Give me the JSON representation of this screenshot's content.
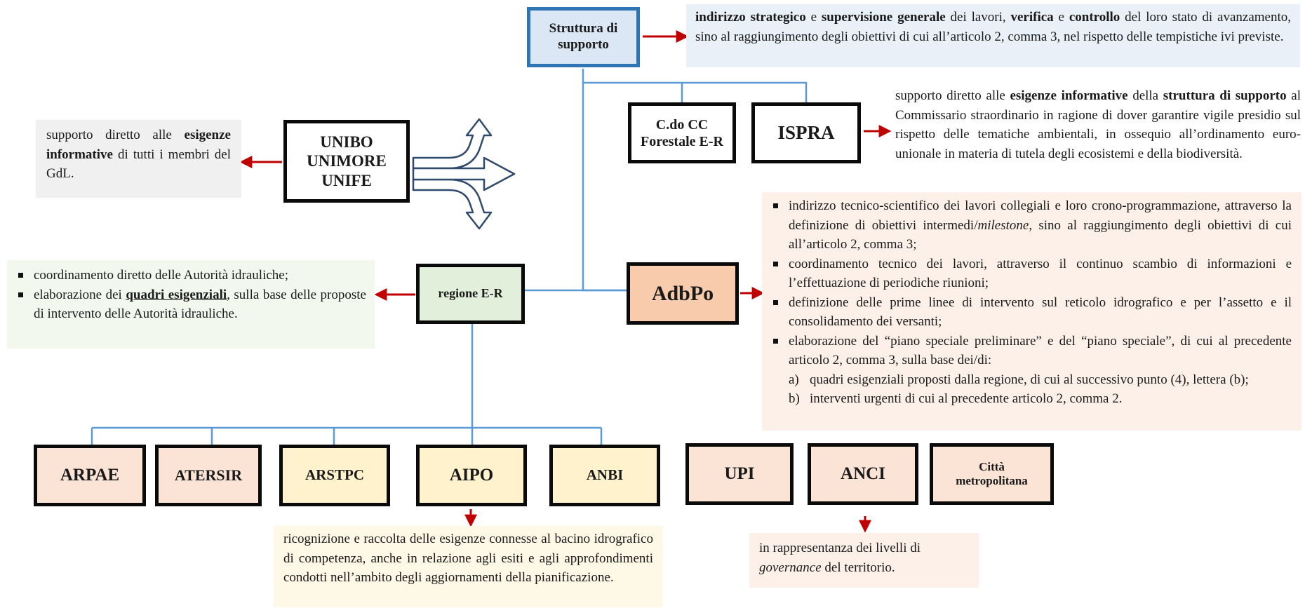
{
  "nodes": {
    "struttura": "Struttura di supporto",
    "cdo_cc": "C.do CC Forestale E-R",
    "ispra": "ISPRA",
    "unibo": "UNIBO",
    "unimore": "UNIMORE",
    "unife": "UNIFE",
    "regione": "regione E-R",
    "adbpo": "AdbPo",
    "arpae": "ARPAE",
    "atersir": "ATERSIR",
    "arstpc": "ARSTPC",
    "aipo": "AIPO",
    "anbi": "ANBI",
    "upi": "UPI",
    "anci": "ANCI",
    "citta": "Città metropolitana"
  },
  "struttura_note": {
    "b1": "indirizzo strategico",
    "t1": " e ",
    "b2": "supervisione generale",
    "t2": " dei lavori, ",
    "b3": "verifica",
    "t3": " e ",
    "b4": "controllo",
    "t4": " del loro stato di avanzamento, sino al raggiungimento degli obiettivi di cui all’articolo 2, comma 3, nel rispetto delle tempistiche ivi previste."
  },
  "ispra_note": {
    "t1": "supporto diretto alle ",
    "b1": "esigenze informative",
    "t2": " della ",
    "b2": "struttura di supporto",
    "t3": " al Commissario straordinario in ragione di dover garantire vigile presidio sul rispetto delle tematiche ambientali, in ossequio all’ordinamento euro-unionale in materia di tutela degli ecosistemi e della biodiversità."
  },
  "uni_note": {
    "t1": "supporto diretto alle ",
    "b1": "esigenze informative",
    "t2": " di tutti i membri del GdL."
  },
  "regione_note": {
    "item1": "coordinamento diretto delle Autorità idrauliche;",
    "item2_pre": "elaborazione dei ",
    "item2_bold": "quadri esigenziali",
    "item2_post": ", sulla base delle proposte di intervento delle Autorità idrauliche."
  },
  "adbpo_note": {
    "item1_pre": "indirizzo tecnico-scientifico dei lavori collegiali e loro crono-programmazione, attraverso la definizione di obiettivi intermedi/",
    "item1_italic": "milestone",
    "item1_post": ", sino al raggiungimento degli obiettivi di cui all’articolo 2, comma 3;",
    "item2": "coordinamento tecnico dei lavori, attraverso il continuo scambio di informazioni e l’effettuazione di periodiche riunioni;",
    "item3": "definizione delle prime linee di intervento sul reticolo idrografico e per l’assetto e il consolidamento dei versanti;",
    "item4": "elaborazione del “piano speciale preliminare” e del “piano speciale”, di cui al precedente articolo 2, comma 3, sulla base dei/di:",
    "sub_a_mark": "a)",
    "sub_a": "quadri esigenziali proposti dalla regione, di cui al successivo punto (4), lettera (b);",
    "sub_b_mark": "b)",
    "sub_b": "interventi urgenti di cui al precedente articolo 2, comma 2."
  },
  "aipo_note": "ricognizione e raccolta delle esigenze connesse al bacino idrografico di competenza, anche in relazione agli esiti e agli approfondimenti condotti nell’ambito degli aggiornamenti della pianificazione.",
  "anci_note": {
    "t1": "in rappresentanza dei livelli di ",
    "i1": "governance",
    "t2": " del territorio."
  },
  "colors": {
    "connector": "#5b9bd5",
    "arrow": "#c00000",
    "struttura_fill": "#dbe7f5",
    "struttura_border": "#2e75b6",
    "regione_fill": "#e2efda",
    "adbpo_fill": "#f8cbad",
    "pink_fill": "#fbe3d6",
    "yellow_fill": "#fff2cc",
    "note_blue": "#e9f0f8",
    "note_grey": "#f0f0f0",
    "note_green": "#f3f8ef",
    "note_peach": "#fdf0e8",
    "note_yellow": "#fef8e6"
  },
  "icons": {
    "uni_arrows": "branching-arrows-icon"
  }
}
